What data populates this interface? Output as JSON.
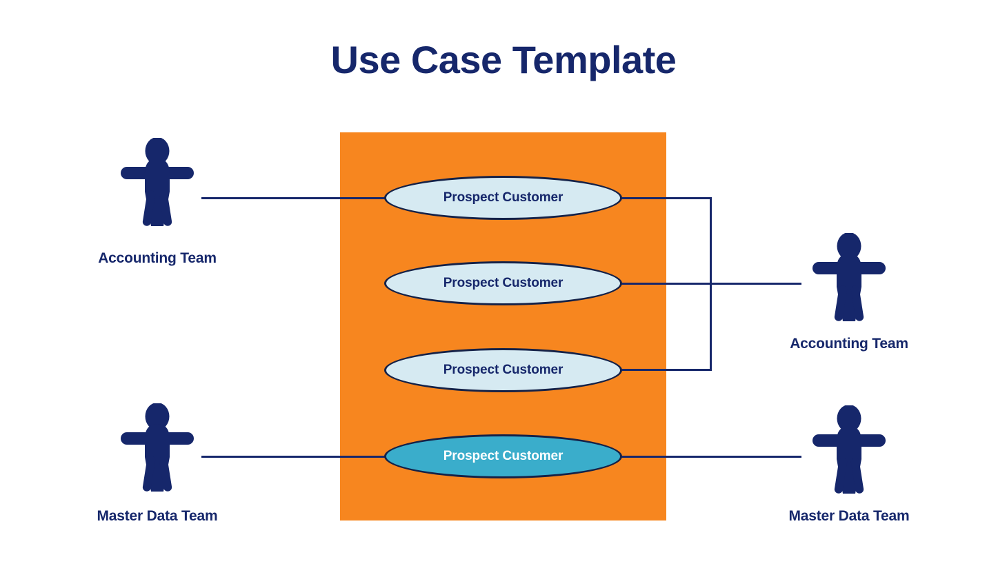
{
  "page": {
    "title": "Use Case Template",
    "background_color": "#FFFFFF"
  },
  "colors": {
    "navy": "#16276B",
    "outline_navy": "#152248",
    "orange_panel": "#F7861F",
    "use_case_light": "#D6EAF2",
    "use_case_highlight": "#3AADCB",
    "highlight_text": "#FFFFFF"
  },
  "system_boundary": {
    "name": "system-boundary",
    "fill": "#F7861F"
  },
  "use_cases": [
    {
      "id": "use-case-1",
      "label": "Prospect Customer",
      "style": "light"
    },
    {
      "id": "use-case-2",
      "label": "Prospect Customer",
      "style": "light"
    },
    {
      "id": "use-case-3",
      "label": "Prospect Customer",
      "style": "light"
    },
    {
      "id": "use-case-4",
      "label": "Prospect Customer",
      "style": "highlight"
    }
  ],
  "actors": [
    {
      "id": "actor-left-top",
      "label": "Accounting Team",
      "side": "left",
      "icon": "actor-person-icon"
    },
    {
      "id": "actor-left-bottom",
      "label": "Master Data Team",
      "side": "left",
      "icon": "actor-person-icon"
    },
    {
      "id": "actor-right-top",
      "label": "Accounting Team",
      "side": "right",
      "icon": "actor-person-icon"
    },
    {
      "id": "actor-right-bottom",
      "label": "Master Data Team",
      "side": "right",
      "icon": "actor-person-icon"
    }
  ],
  "associations": [
    {
      "from": "actor-left-top",
      "to": "use-case-1"
    },
    {
      "from": "actor-left-bottom",
      "to": "use-case-4"
    },
    {
      "from": "actor-right-top",
      "to": "use-case-1"
    },
    {
      "from": "actor-right-top",
      "to": "use-case-2"
    },
    {
      "from": "actor-right-top",
      "to": "use-case-3"
    },
    {
      "from": "actor-right-bottom",
      "to": "use-case-4"
    }
  ]
}
